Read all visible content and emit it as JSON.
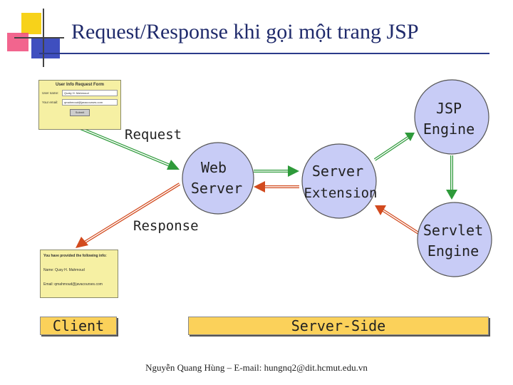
{
  "slide": {
    "title": "Request/Response khi gọi một trang JSP",
    "footer": "Nguyễn Quang Hùng – E-mail: hungnq2@dit.hcmut.edu.vn"
  },
  "diagram": {
    "nodes": {
      "web_server": [
        "Web",
        "Server"
      ],
      "server_extension": [
        "Server",
        "Extension"
      ],
      "jsp_engine": [
        "JSP",
        "Engine"
      ],
      "servlet_engine": [
        "Servlet",
        "Engine"
      ]
    },
    "labels": {
      "request": "Request",
      "response": "Response"
    },
    "request_form": {
      "title": "User Info Request Form",
      "field1_label": "User name:",
      "field1_value": "Quaty H. Mahmoud",
      "field2_label": "Your email:",
      "field2_value": "qmahmoud@javacourses.com",
      "submit": "Submit"
    },
    "response_page": {
      "line1": "You have provided the following info:",
      "line2": "Name: Qusy H. Mahmoud",
      "line3": "Email: qmahmoud@javacourses.com"
    },
    "bars": {
      "client": "Client",
      "server_side": "Server-Side"
    },
    "colors": {
      "node_fill": "#c8ccf6",
      "bar_fill": "#fbd15a",
      "request_arrow": "#2e9a3a",
      "response_arrow": "#d24a1e",
      "title_color": "#1f2a6b"
    }
  }
}
